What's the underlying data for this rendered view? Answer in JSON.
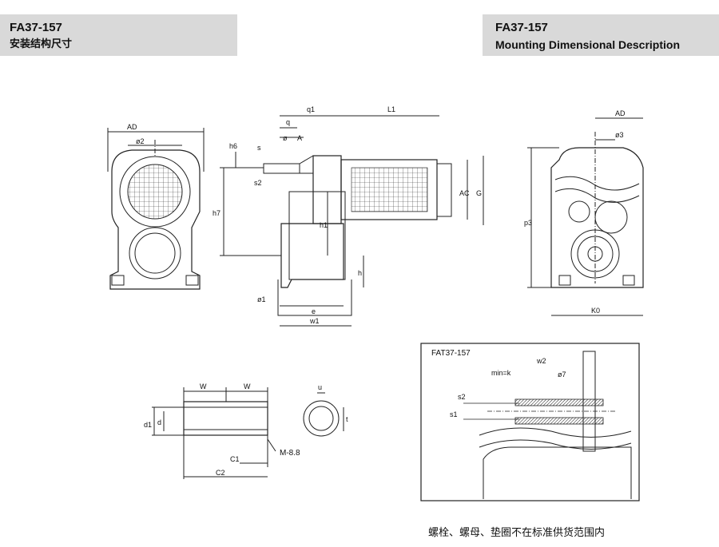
{
  "header_left": {
    "title": "FA37-157",
    "subtitle": "安装结构尺寸"
  },
  "header_right": {
    "title": "FA37-157",
    "subtitle": "Mounting Dimensional Description"
  },
  "labels": {
    "AD": "AD",
    "a2": "ø2",
    "q1": "q1",
    "L1": "L1",
    "q": "q",
    "A": "A",
    "a": "ø",
    "s": "s",
    "h6": "h6",
    "s2": "s2",
    "h7": "h7",
    "h1": "h1",
    "h": "h",
    "AC": "AC",
    "G": "G",
    "a1": "ø1",
    "e": "e",
    "w1": "w1",
    "AD_r": "AD",
    "a3": "ø3",
    "p3": "p3",
    "K0": "K0",
    "W": "W",
    "W2": "W",
    "d1": "d1",
    "d": "d",
    "C1": "C1",
    "C2": "C2",
    "M": "M-8.8",
    "u": "u",
    "t": "t"
  },
  "inset": {
    "title": "FAT37-157",
    "labels": {
      "minK": "min=k",
      "w2": "w2",
      "a7": "ø7",
      "s2": "s2",
      "s1": "s1"
    }
  },
  "footnote": "螺栓、螺母、垫圈不在标准供货范围内"
}
